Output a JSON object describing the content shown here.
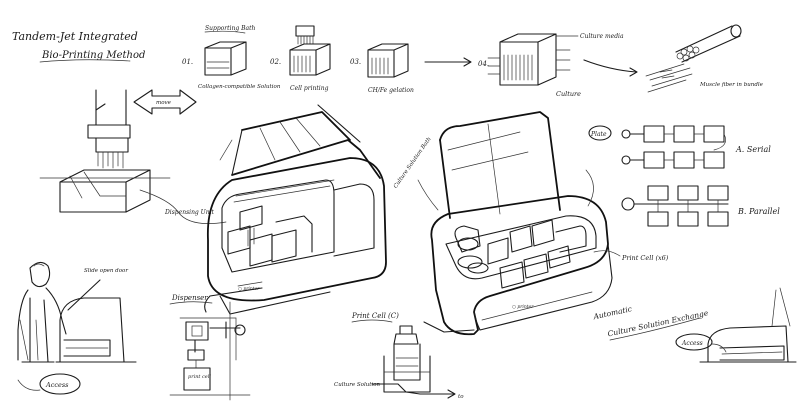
{
  "title_line1": "Tandem-Jet Integrated",
  "title_line2": "Bio-Printing Method",
  "steps": {
    "s1_num": "01.",
    "s1_top": "Supporting Bath",
    "s1_bottom": "Collagen-compatible Solution",
    "s2_num": "02.",
    "s2_bottom": "Cell printing",
    "s3_num": "03.",
    "s3_bottom": "CH/Fe gelation",
    "s4_num": "04.",
    "s4_top": "Culture media",
    "s4_bottom": "Culture",
    "fiber_label": "Muscle fiber in bundle"
  },
  "labels": {
    "move": "move",
    "dispensing_unit": "Dispensing Unit",
    "slide_open_door": "Slide open door",
    "dispenser": "Dispenser",
    "print_cell_left": "Print Cell (C)",
    "culture_solution": "Culture Solution",
    "to_out": "to",
    "culture_solution_bath": "Culture Solution Bath",
    "print_cell_right": "Print Cell (x6)",
    "plate": "Plate",
    "serial": "A. Serial",
    "parallel": "B. Parallel",
    "automatic_line1": "Automatic",
    "automatic_line2": "Culture Solution Exchange",
    "access_left": "Access",
    "access_right": "Access",
    "brand_left": "○ printer",
    "brand_right": "○ printer",
    "print_cell_small": "print cell"
  }
}
